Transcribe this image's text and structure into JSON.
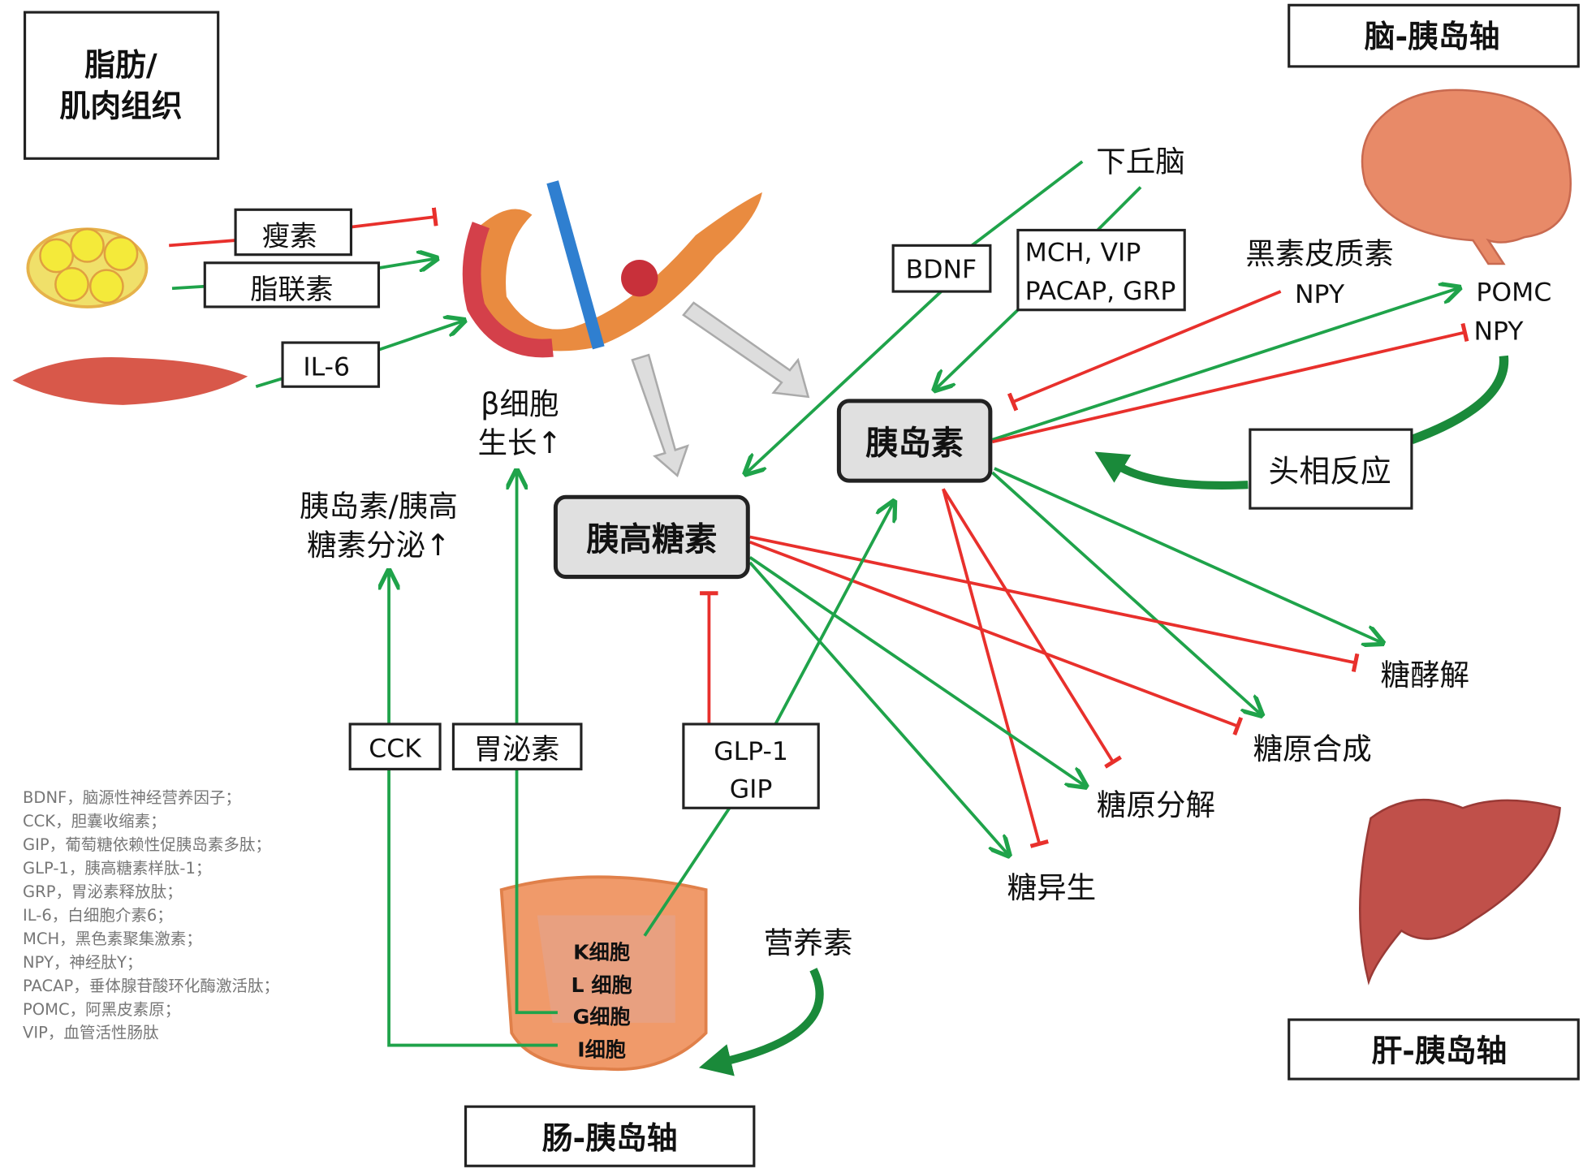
{
  "axes": {
    "brain": "脑-胰岛轴",
    "liver": "肝-胰岛轴",
    "gut": "肠-胰岛轴",
    "adipose_line1": "脂肪/",
    "adipose_line2": "肌肉组织"
  },
  "hormones": {
    "insulin": "胰岛素",
    "glucagon": "胰高糖素",
    "leptin": "瘦素",
    "adiponectin": "脂联素",
    "il6": "IL-6",
    "bdnf": "BDNF",
    "mch_line1": "MCH, VIP",
    "mch_line2": "PACAP, GRP",
    "cck": "CCK",
    "gastrin": "胃泌素",
    "glp_line1": "GLP-1",
    "glp_line2": "GIP"
  },
  "labels": {
    "beta_line1": "β细胞",
    "beta_line2": "生长↑",
    "secretion_line1": "胰岛素/胰高",
    "secretion_line2": "糖素分泌↑",
    "hypothalamus": "下丘脑",
    "melanocortin": "黑素皮质素",
    "npy_left": "NPY",
    "pomc": "POMC",
    "npy_right": "NPY",
    "cephalic": "头相反应",
    "glycolysis": "糖酵解",
    "glycogenesis": "糖原合成",
    "glycogenolysis": "糖原分解",
    "gluconeogenesis": "糖异生",
    "nutrients": "营养素",
    "k_cell": "K细胞",
    "l_cell": "L 细胞",
    "g_cell": "G细胞",
    "i_cell": "I细胞"
  },
  "legend": [
    "BDNF，脑源性神经营养因子；",
    "CCK，胆囊收缩素；",
    "GIP，葡萄糖依赖性促胰岛素多肽；",
    "GLP-1，胰高糖素样肽-1；",
    "GRP，胃泌素释放肽；",
    "IL-6，白细胞介素6；",
    "MCH，黑色素聚集激素；",
    "NPY，神经肽Y；",
    "PACAP，垂体腺苷酸环化酶激活肽；",
    "POMC，阿黑皮素原；",
    "VIP，血管活性肠肽"
  ],
  "colors": {
    "stimulate": "#1fa34a",
    "inhibit": "#e8302c",
    "hormone_box": "#e0e0e0",
    "organ": "#e8735a"
  }
}
